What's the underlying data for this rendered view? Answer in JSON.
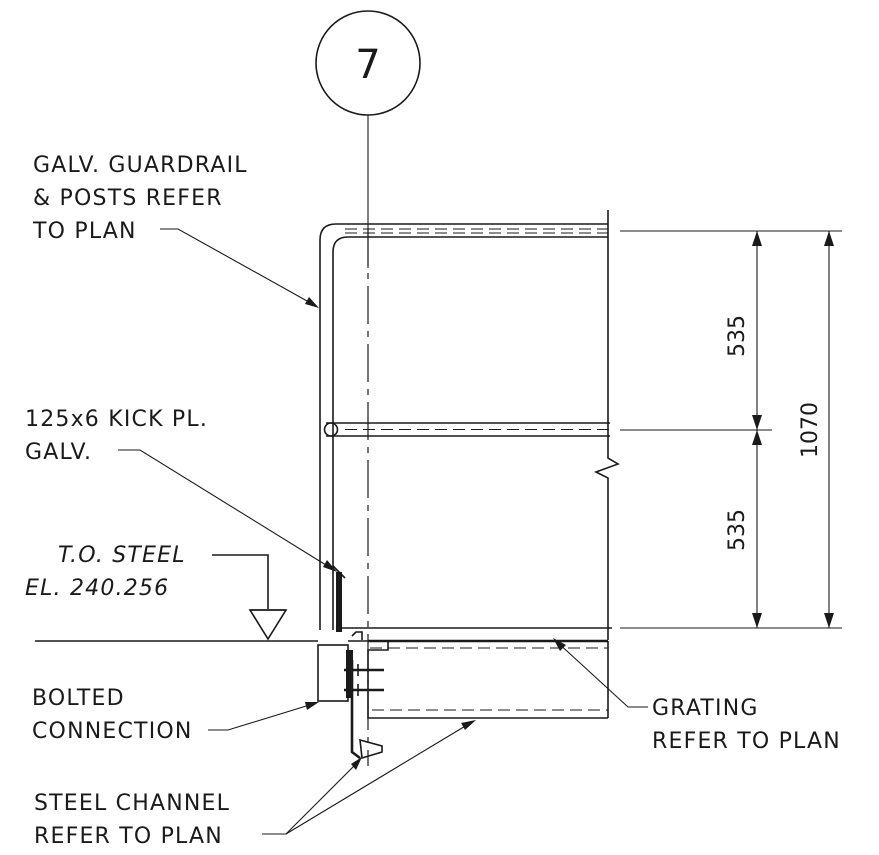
{
  "detail": {
    "bubble_number": "7"
  },
  "notes": {
    "guardrail": [
      "GALV. GUARDRAIL",
      "& POSTS REFER",
      "TO PLAN"
    ],
    "kick_plate": [
      "125x6 KICK PL.",
      "GALV."
    ],
    "top_of_steel": [
      "T.O. STEEL",
      "EL. 240.256"
    ],
    "bolted": [
      "BOLTED",
      "CONNECTION"
    ],
    "grating": [
      "GRATING",
      "REFER TO PLAN"
    ],
    "channel": [
      "STEEL CHANNEL",
      "REFER TO PLAN"
    ]
  },
  "dimensions": {
    "upper": "535",
    "lower": "535",
    "overall": "1070"
  }
}
